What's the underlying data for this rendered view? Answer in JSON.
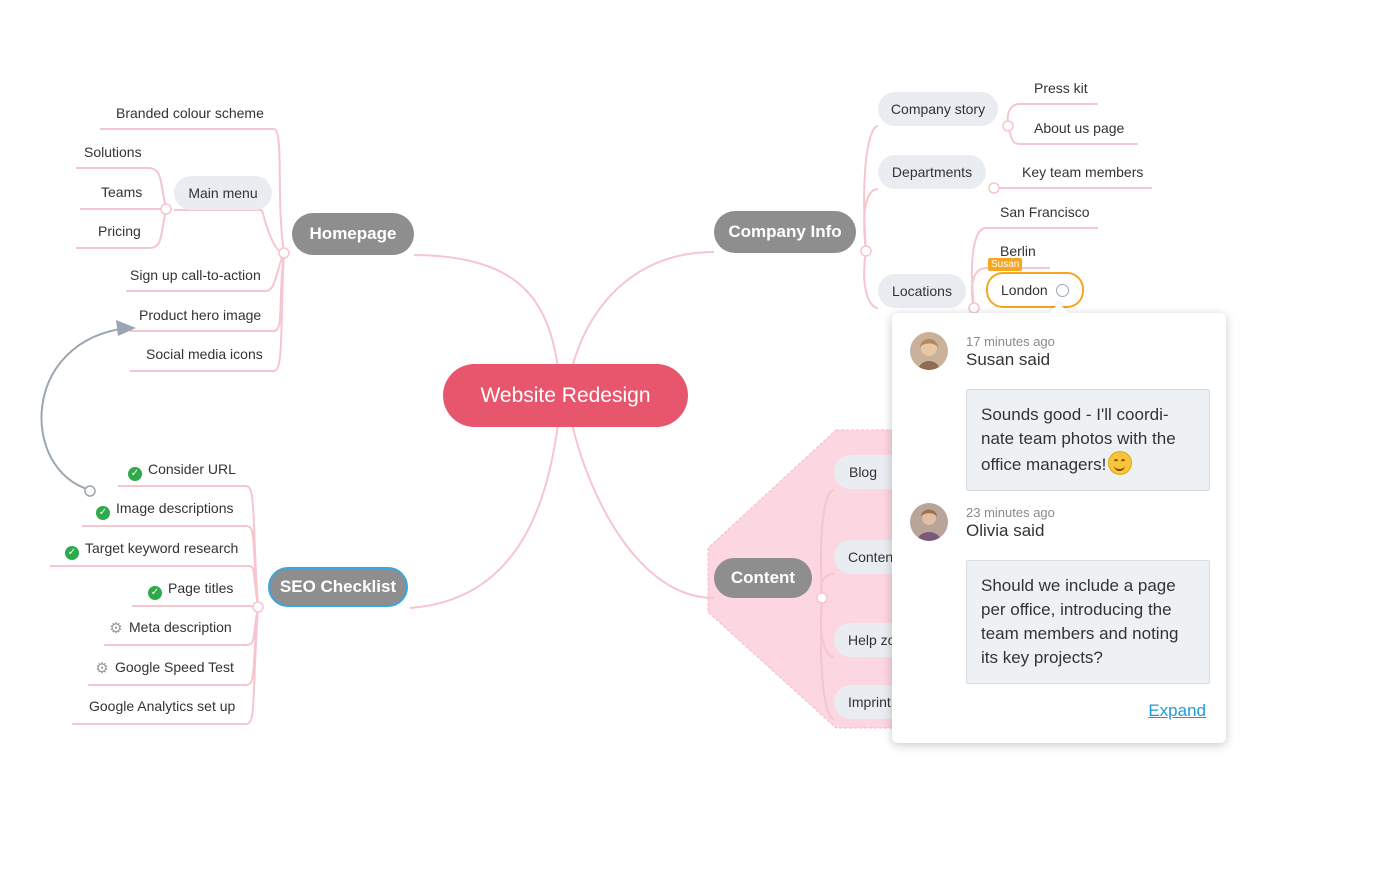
{
  "center": {
    "label": "Website Redesign"
  },
  "homepage": {
    "label": "Homepage",
    "items": [
      "Branded colour scheme",
      "Sign up call-to-action",
      "Product hero image",
      "Social media icons"
    ],
    "main_menu": {
      "label": "Main menu",
      "items": [
        "Solutions",
        "Teams",
        "Pricing"
      ]
    }
  },
  "seo": {
    "label": "SEO Checklist",
    "items": [
      {
        "label": "Consider URL",
        "status": "done"
      },
      {
        "label": "Image descriptions",
        "status": "done"
      },
      {
        "label": "Target keyword research",
        "status": "done"
      },
      {
        "label": "Page titles",
        "status": "done"
      },
      {
        "label": "Meta description",
        "status": "in-progress"
      },
      {
        "label": "Google Speed Test",
        "status": "in-progress"
      },
      {
        "label": "Google Analytics set up",
        "status": "none"
      }
    ]
  },
  "company": {
    "label": "Company Info",
    "story": {
      "label": "Company story",
      "items": [
        "Press kit",
        "About us page"
      ]
    },
    "departments": {
      "label": "Departments",
      "items": [
        "Key team members"
      ]
    },
    "locations": {
      "label": "Locations",
      "items": [
        "San Francisco",
        "Berlin",
        "London"
      ],
      "editor_tag": "Susan"
    }
  },
  "content": {
    "label": "Content",
    "items": [
      "Blog",
      "Conten",
      "Help zo",
      "Imprint"
    ]
  },
  "comments": [
    {
      "time": "17 minutes ago",
      "author": "Susan said",
      "text": "Sounds good - I'll coordi- nate team photos with the office managers!"
    },
    {
      "time": "23 minutes ago",
      "author": "Olivia said",
      "text": "Should we include a page per office, introducing the team members and noting its key projects?"
    }
  ],
  "expand_label": "Expand",
  "colors": {
    "center": "#e8566e",
    "branch": "#f5c6cd",
    "main_node": "#8e8e8e",
    "pill": "#e9edf1",
    "check": "#2eaa4a",
    "link": "#1d9bd8",
    "tag": "#f5a623",
    "content_area": "#fcd6e0"
  }
}
